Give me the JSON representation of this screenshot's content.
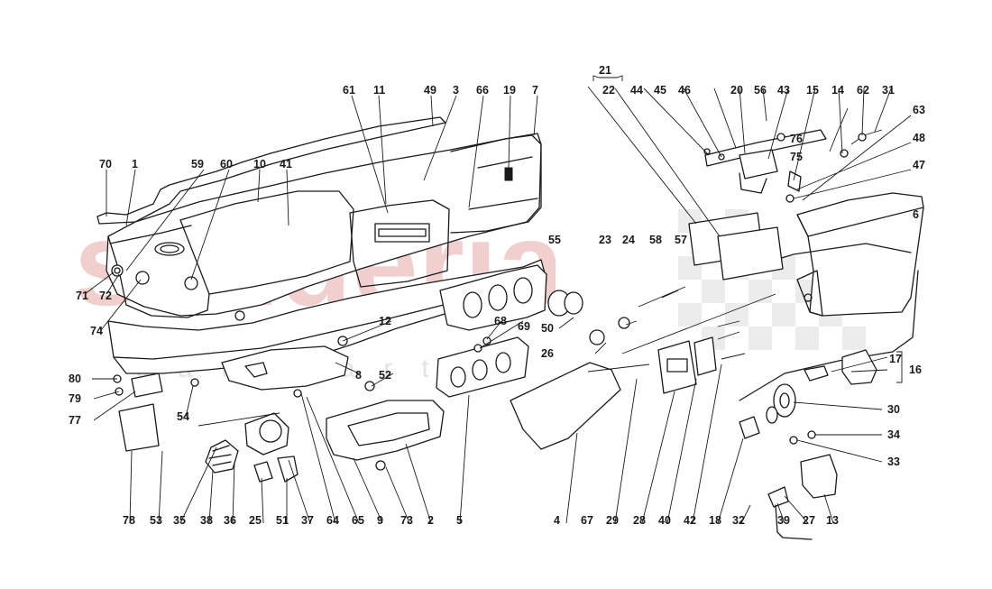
{
  "watermark": {
    "main": "scuderia",
    "sub": "car parts"
  },
  "callouts": {
    "c1": "1",
    "c2": "2",
    "c3": "3",
    "c4": "4",
    "c5": "5",
    "c6": "6",
    "c7": "7",
    "c8": "8",
    "c9": "9",
    "c10": "10",
    "c11": "11",
    "c12": "12",
    "c13": "13",
    "c14": "14",
    "c15": "15",
    "c16": "16",
    "c17": "17",
    "c18": "18",
    "c19": "19",
    "c20": "20",
    "c21": "21",
    "c22": "22",
    "c23": "23",
    "c24": "24",
    "c25": "25",
    "c26": "26",
    "c27": "27",
    "c28": "28",
    "c29": "29",
    "c30": "30",
    "c31": "31",
    "c32": "32",
    "c33": "33",
    "c34": "34",
    "c35": "35",
    "c36": "36",
    "c37": "37",
    "c38": "38",
    "c39": "39",
    "c40": "40",
    "c41": "41",
    "c42": "42",
    "c43": "43",
    "c44": "44",
    "c45": "45",
    "c46": "46",
    "c47": "47",
    "c48": "48",
    "c49": "49",
    "c50": "50",
    "c51": "51",
    "c52": "52",
    "c53": "53",
    "c54": "54",
    "c55": "55",
    "c56": "56",
    "c57": "57",
    "c58": "58",
    "c59": "59",
    "c60": "60",
    "c61": "61",
    "c62": "62",
    "c63": "63",
    "c64": "64",
    "c65": "65",
    "c66": "66",
    "c67": "67",
    "c68": "68",
    "c69": "69",
    "c70": "70",
    "c71": "71",
    "c72": "72",
    "c73": "73",
    "c74": "74",
    "c75": "75",
    "c76": "76",
    "c77": "77",
    "c78": "78",
    "c79": "79",
    "c80": "80"
  }
}
